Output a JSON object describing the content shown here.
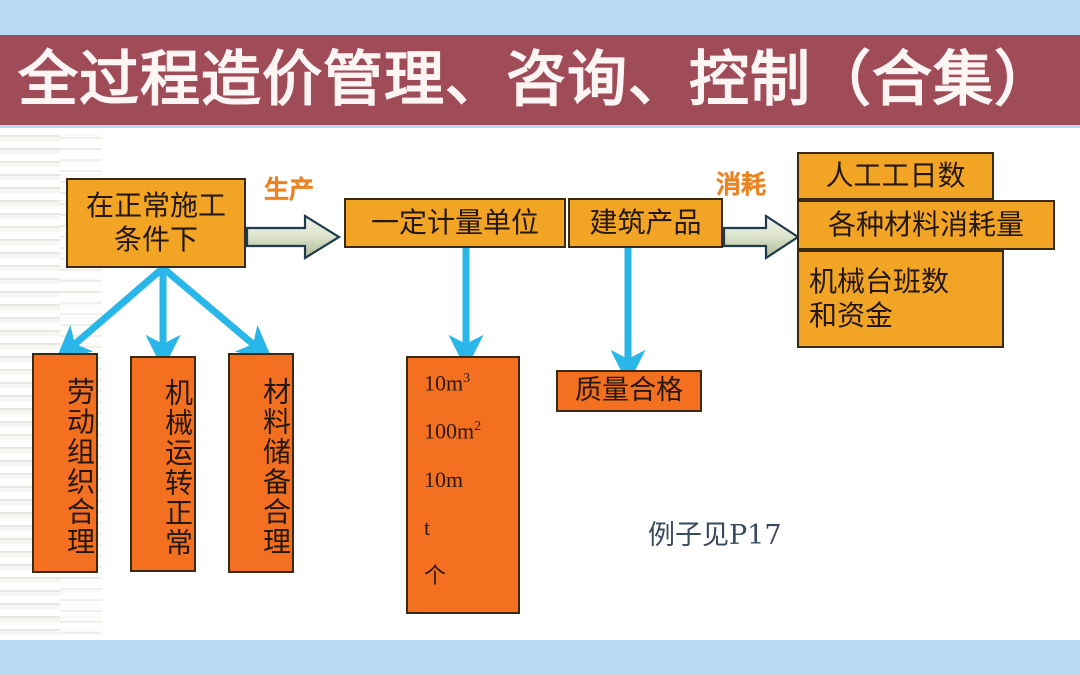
{
  "header": {
    "title": "全过程造价管理、咨询、控制（合集）",
    "band_color": "#a04b58",
    "text_color": "#fdf5f3",
    "page_bg": "#b9d9f2"
  },
  "diagram": {
    "type": "flow-diagram",
    "canvas_bg": "#ffffff",
    "amber_fill": "#f2a524",
    "deep_orange_fill": "#f37021",
    "border_color": "#3a2a10",
    "cyan_arrow_color": "#29b6e8",
    "block_arrow_fill_start": "#e9ecd9",
    "block_arrow_fill_end": "#b9c4a8",
    "block_arrow_stroke": "#1f3a4d",
    "label_color": "#e98322",
    "nodes": {
      "condition": "在正常施工条件下",
      "unit_measure": "一定计量单位",
      "building_product": "建筑产品",
      "quality_pass": "质量合格"
    },
    "conditions": [
      {
        "label": "劳动组织合理"
      },
      {
        "label": "机械运转正常"
      },
      {
        "label": "材料储备合理"
      }
    ],
    "units_list": [
      {
        "value": "10m",
        "sup": "3"
      },
      {
        "value": "100m",
        "sup": "2"
      },
      {
        "value": "10m",
        "sup": ""
      },
      {
        "value": "t",
        "sup": ""
      },
      {
        "value": "个",
        "sup": ""
      }
    ],
    "outputs": [
      {
        "label": "人工工日数"
      },
      {
        "label": "各种材料消耗量"
      },
      {
        "label": "机械台班数\n和资金"
      }
    ],
    "arrow_labels": {
      "production": "生产",
      "consumption": "消耗"
    },
    "note": "例子见P17"
  }
}
